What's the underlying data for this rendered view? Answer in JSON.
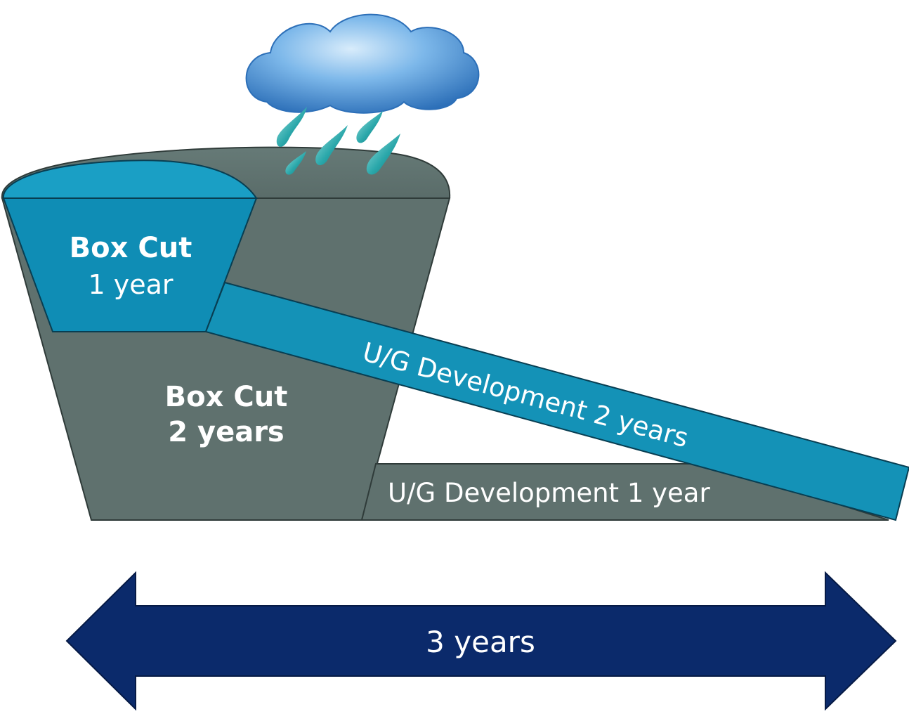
{
  "labels": {
    "box_cut_1_title": "Box Cut",
    "box_cut_1_duration": "1 year",
    "box_cut_2_title": "Box Cut",
    "box_cut_2_duration": "2 years",
    "ug_dev_2": "U/G Development 2 years",
    "ug_dev_1": "U/G Development 1 year",
    "total_span": "3 years"
  },
  "colors": {
    "pit_gray": "#5f716e",
    "pit_gray_dark": "#4e5f5c",
    "box_cut_teal": "#0f8db5",
    "ramp_teal": "#1492b7",
    "arrow_navy": "#0b2a6b",
    "rain_teal": "#2aa7aa",
    "cloud_blue": "#5b9bd8"
  },
  "icons": {
    "cloud": "rain-cloud-icon",
    "raindrops": "raindrop-icon"
  }
}
